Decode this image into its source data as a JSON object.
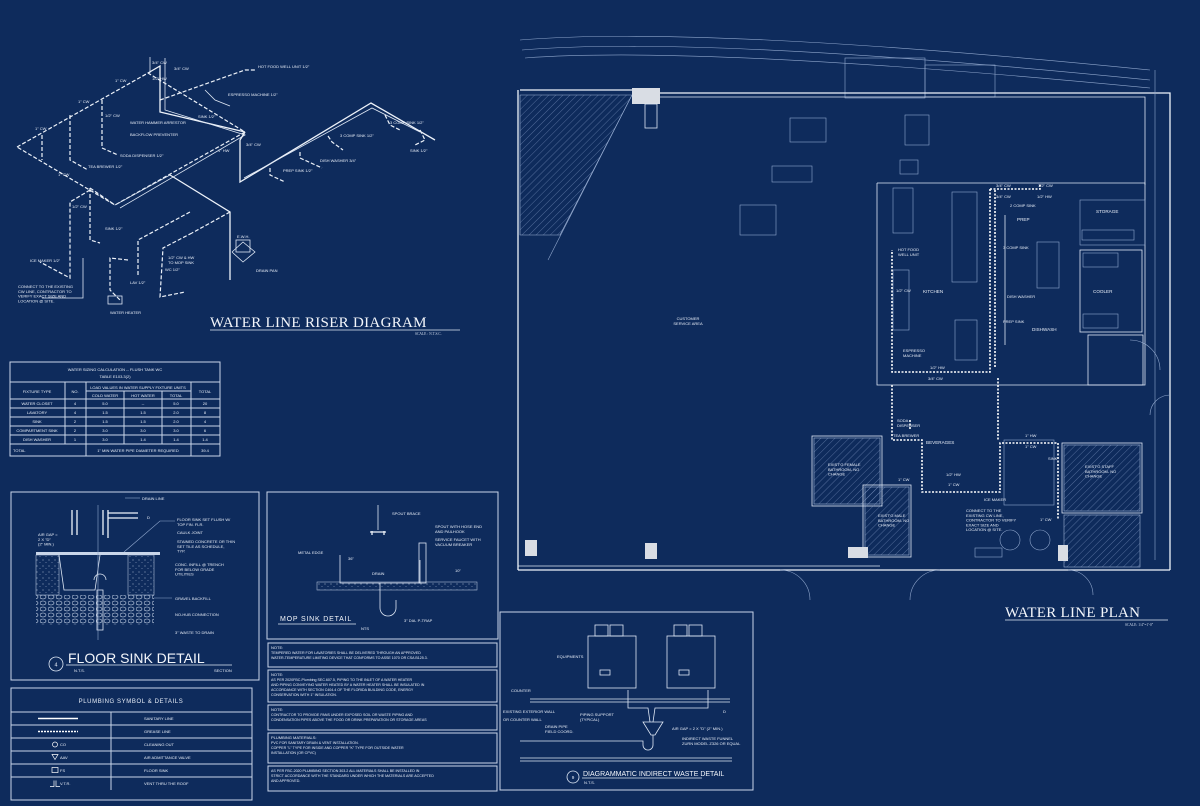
{
  "colors": {
    "background": "#0e2b5c",
    "linework": "#e8eef8"
  },
  "riser": {
    "title": "WATER LINE  RISER DIAGRAM",
    "scale": "SCALE : N.T.S.C.",
    "labels": [
      "3/4\" CW",
      "1/2\" HW",
      "3/4\" CW",
      "1\" CW",
      "1\" CW",
      "1\" CW",
      "1/2\" CW",
      "WATER HAMMER ARRESTOR",
      "BACKFLOW PREVENTER",
      "SODA DISPENSER 1/2\"",
      "TEA BREWER 1/2\"",
      "1\" CW",
      "HOT FOOD WELL UNIT 1/2\"",
      "ESPRESSO MACHINE 1/2\"",
      "SINK 1/2\"",
      "1\" HW",
      "3/4\" CW",
      "PREP SINK 1/2\"",
      "DISH WASHER 3/4\"",
      "3 COMP SINK 1/2\"",
      "3 COMP SINK 1/2\"",
      "SINK 1/2\"",
      "1/2\" CW",
      "ICE MAKER 1/2\"",
      "SINK 1/2\"",
      "CONNECT TO THE EXISTING CW LINE, CONTRACTOR TO VERIFY EXACT SIZE AND LOCATION @ SITE.",
      "WATER HEATER",
      "LAV 1/2\"",
      "WC 1/2\"",
      "1/2\" CW & HW TO MOP SINK",
      "DRAIN PAN",
      "E.W.H."
    ]
  },
  "sizing_table": {
    "title": "WATER SIZING CALCULATION -- FLUSH TANK WC",
    "subtitle": "TABLE E103.3(2)",
    "headers": {
      "fixture": "FIXTURE TYPE",
      "no": "NO.",
      "load": "LOAD VALUES IN WATER SUPPLY FIXTURE UNITS",
      "cold": "COLD WATER",
      "hot": "HOT WATER",
      "total": "TOTAL",
      "grand": "TOTAL"
    },
    "rows": [
      {
        "fixture": "WATER CLOSET",
        "no": "4",
        "cold": "5.0",
        "hot": "--",
        "total": "5.0",
        "grand": "20"
      },
      {
        "fixture": "LAVATORY",
        "no": "4",
        "cold": "1.5",
        "hot": "1.5",
        "total": "2.0",
        "grand": "8"
      },
      {
        "fixture": "SINK",
        "no": "2",
        "cold": "1.5",
        "hot": "1.5",
        "total": "2.0",
        "grand": "4"
      },
      {
        "fixture": "COMPARTMENT SINK",
        "no": "2",
        "cold": "3.0",
        "hot": "3.0",
        "total": "3.0",
        "grand": "6"
      },
      {
        "fixture": "DISH WASHER",
        "no": "1",
        "cold": "3.0",
        "hot": "1.4",
        "total": "1.4",
        "grand": "1.4"
      }
    ],
    "footer": {
      "label": "TOTAL",
      "note": "1\" MIN WATER PIPE DIAMETER REQUIRED",
      "value": "39.4"
    }
  },
  "floor_sink": {
    "number": "4",
    "title": "FLOOR SINK DETAIL",
    "nts": "N.T.S.",
    "section": "SECTION",
    "callouts": [
      "DRAIN LINE",
      "FLOOR SINK SET FLUSH W/ TOP FIN. FLR.",
      "CAULK JOINT",
      "STAINED CONCRETE OR THIN SET TILE AS SCHEDULE, TYP.",
      "CONC. INFILL @ TRENCH FOR BELOW GRADE UTILITIES",
      "GRAVEL BACKFILL",
      "NO-HUB CONNECTION",
      "3\" WASTE TO DRAIN",
      "AIR GAP = 2 X \"D\" (2\" MIN.)",
      "D"
    ]
  },
  "mop_sink": {
    "title": "MOP SINK DETAIL",
    "nts": "NTS",
    "callouts": [
      "SPOUT BRACE",
      "SPOUT WITH HOSE END AND PAILHOOK",
      "SERVICE FAUCET WITH VACUUM BREAKER",
      "METAL EDGE",
      "DRAIN",
      "3\" DIA. P-TRAP",
      "36\"",
      "10\""
    ]
  },
  "notes": [
    {
      "heading": "NOTE:",
      "body": [
        "TEMPERED WATER FOR LAVATORIES SHALL BE DELIVERED THROUGH AN APPROVED",
        "WATER-TEMPERATURE LIMITING DEVICE THAT CONFORMS TO ASSE 1070 OR CSA B125.3."
      ]
    },
    {
      "heading": "NOTE:",
      "body": [
        "AS PER 2020FBC-Plumbing SEC.607.5, PIPING TO THE INLET OF A WATER HEATER",
        "AND PIPING CONVEYING WATER HEATED BY A WATER HEATER SHALL BE INSULATED IN",
        "ACCORDANCE WITH SECTION C404.4 OF THE FLORIDA BUILDING CODE, ENERGY",
        "CONSERVATION WITH 1\" INSULATION."
      ]
    },
    {
      "heading": "NOTE:",
      "body": [
        "CONTRACTOR TO PROVIDE PANS UNDER EXPOSED SOIL OR WASTE PIPING AND",
        "CONDENSATION PIPES ABOVE THE FOOD OR DRINK PREPARATION OR STORAGE AREAS"
      ]
    },
    {
      "heading": "PLUMBING MATERIALS:",
      "body": [
        "PVC FOR SANITARY DRAIN & VENT INSTALLATION.",
        "COPPER \"L\" TYPE FOR INSIDE AND COPPER \"K\" TYPE FOR OUTSIDE WATER",
        "INSTALLATION (OR CPVC)"
      ]
    },
    {
      "heading": "",
      "body": [
        "AS PER FBC-2020 PLUMBING SECTION 303.2 ALL MATERIALS SHALL BE INSTALLED IN",
        "STRICT ACCORDANCE WITH THE STANDARD UNDER WHICH THE MATERIALS ARE ACCEPTED",
        "AND APPROVED."
      ]
    }
  ],
  "legend": {
    "title": "PLUMBING SYMBOL & DETAILS",
    "items": [
      {
        "symbol": "",
        "label": "SANITARY LINE",
        "icon": "solid-line-icon"
      },
      {
        "symbol": "",
        "label": "GREASE LINE",
        "icon": "dashed-line-icon"
      },
      {
        "symbol": "CO",
        "label": "CLEANING OUT",
        "icon": "cleanout-icon"
      },
      {
        "symbol": "AAV",
        "label": "AIR ADMITTANCE VALVE",
        "icon": "aav-icon"
      },
      {
        "symbol": "FS",
        "label": "FLOOR SINK",
        "icon": "floor-sink-icon"
      },
      {
        "symbol": "V.T.R.",
        "label": "VENT THRU THE ROOF",
        "icon": "vtr-icon"
      }
    ]
  },
  "indirect_waste": {
    "number": "9",
    "title": "DIAGRAMMATIC INDIRECT WASTE DETAIL",
    "nts": "N.T.S.",
    "callouts": [
      "EQUIPMENTS",
      "COUNTER",
      "EXISTING EXTERIOR WALL",
      "OR COUNTER WALL",
      "DRAIN PIPE FIELD COORD.",
      "PIPING SUPPORT (TYPICAL)",
      "AIR GAP = 2 X \"D\" (2\" MIN.)",
      "INDIRECT WASTE FUNNEL ZURN MODEL Z326 OR EQUAL",
      "D"
    ]
  },
  "plan": {
    "title": "WATER LINE  PLAN",
    "scale": "SCALE: 1/4\"=1'-0\"",
    "rooms": [
      "CUSTOMER SERVICE AREA",
      "STORAGE",
      "PREP",
      "KITCHEN",
      "COOLER",
      "DISHWASH",
      "BEVERAGES",
      "EXIST'G FEMALE BATHROOM- NO CHANGE",
      "EXIST'G MALE BATHROOM- NO CHANGE",
      "EXIST'G STAFF BATHROOM- NO CHANGE"
    ],
    "labels": [
      "3/4\" CW",
      "1/2\" CW",
      "3/4\" CW",
      "1/2\" HW",
      "2 COMP SINK",
      "3 COMP SINK",
      "HOT FOOD WELL UNIT",
      "1/2\" CW",
      "DISH WASHER",
      "PREP SINK",
      "ESPRESSO MACHINE",
      "1/2\" HW",
      "3/4\" CW",
      "SODA DISPENSER",
      "TEA BREWER",
      "1\" CW",
      "1/2\" HW",
      "1\" CW",
      "1\" HW",
      "1\" CW",
      "ICE MAKER",
      "CONNECT TO THE EXISTING CW LINE, CONTRACTOR TO VERIFY EXACT SIZE AND LOCATION @ SITE.",
      "1\" CW",
      "SINK"
    ]
  }
}
